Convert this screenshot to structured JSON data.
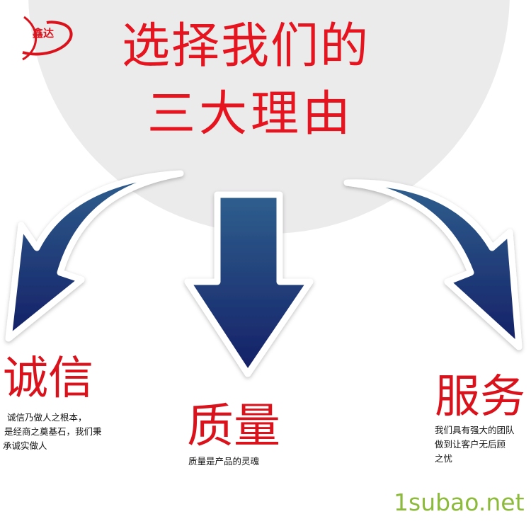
{
  "logo": {
    "text": "鑫达"
  },
  "title": {
    "line1": "选择我们的",
    "line2": "三大理由"
  },
  "sections": [
    {
      "heading": "诚信",
      "lines": [
        "诚信乃做人之根本，",
        "是经商之奠基石，我们秉",
        "承诚实做人"
      ]
    },
    {
      "heading": "质量",
      "lines": [
        "质量是产品的灵魂"
      ]
    },
    {
      "heading": "服务",
      "lines": [
        "我们具有强大的团队",
        "做到让客户无后顾",
        "之忧"
      ]
    }
  ],
  "watermark": "1subao.net",
  "colors": {
    "accent": "#e5141e",
    "arrow_dark": "#1a2a6a",
    "arrow_light": "#2f5a8a",
    "watermark": "#8cba3a"
  }
}
